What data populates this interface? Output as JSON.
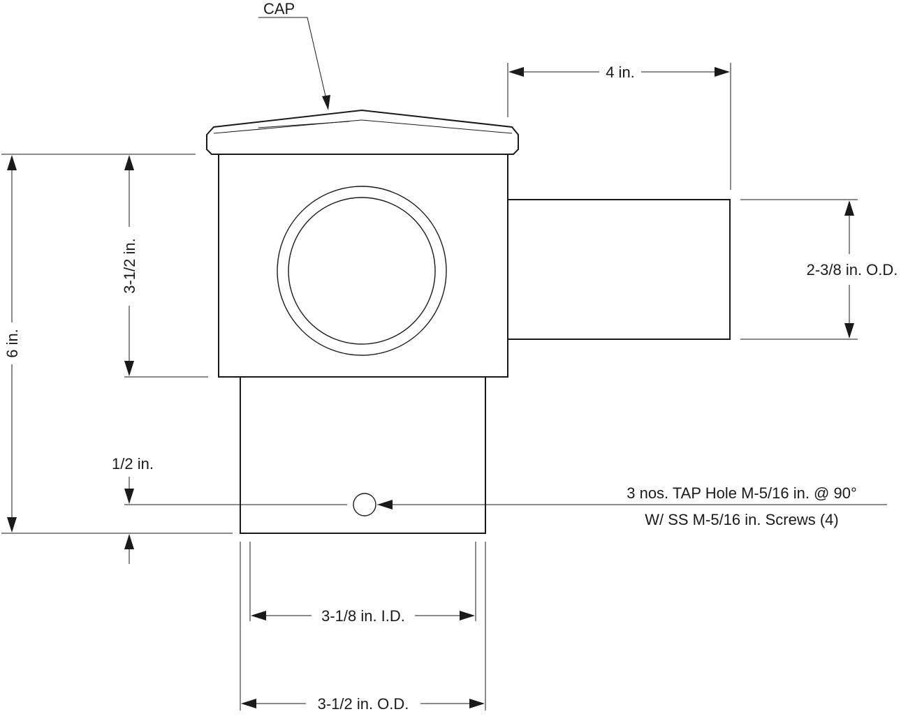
{
  "labels": {
    "cap": "CAP",
    "width_4in": "4 in.",
    "height_3_5in": "3-1/2 in.",
    "height_6in": "6 in.",
    "branch_od": "2-3/8 in. O.D.",
    "hole_offset": "1/2 in.",
    "tap_hole_line1": "3 nos. TAP Hole M-5/16 in. @ 90°",
    "tap_hole_line2": "W/ SS M-5/16 in. Screws (4)",
    "inner_diameter": "3-1/8 in. I.D.",
    "outer_diameter": "3-1/2 in. O.D."
  },
  "colors": {
    "line": "#1a1a1a",
    "background": "#ffffff"
  }
}
